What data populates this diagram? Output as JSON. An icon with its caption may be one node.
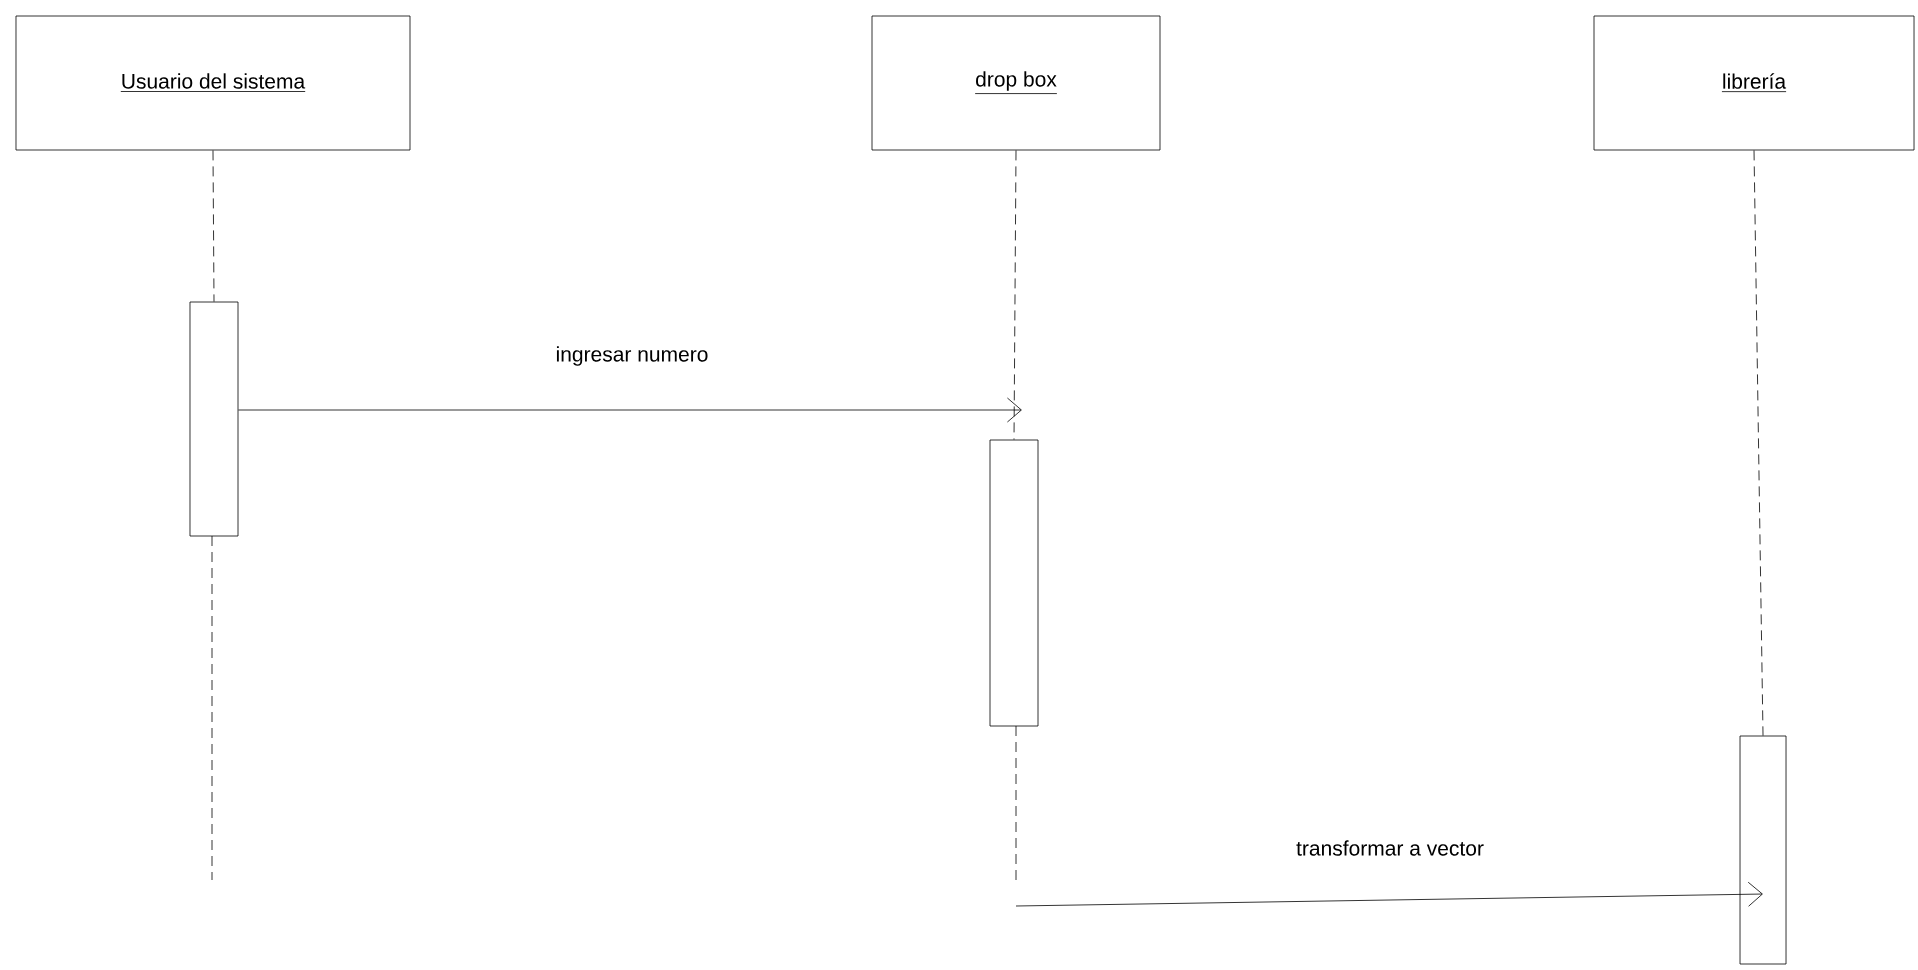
{
  "diagram": {
    "nodes": [
      {
        "text": [
          "Usuario del sistema"
        ]
      },
      {
        "text": [
          "drop box"
        ]
      },
      {
        "text": [
          "librería"
        ]
      },
      {
        "text": [],
        "shape": "box"
      },
      {
        "text": [],
        "shape": "box"
      },
      {
        "text": [],
        "shape": "box"
      }
    ],
    "edges": [
      {
        "from": 0,
        "to": 3,
        "arrow": "none",
        "style": "dashed"
      },
      {
        "from": 1,
        "to": 4,
        "arrow": "none",
        "style": "dashed"
      },
      {
        "from": 2,
        "to": 5,
        "arrow": "none",
        "style": "dashed"
      },
      {
        "from": 3,
        "to": 4,
        "label": "ingresar numero",
        "arrow": "to"
      },
      {
        "from": null,
        "to": 5,
        "label": "transformar a vector",
        "arrow": "to"
      }
    ]
  }
}
